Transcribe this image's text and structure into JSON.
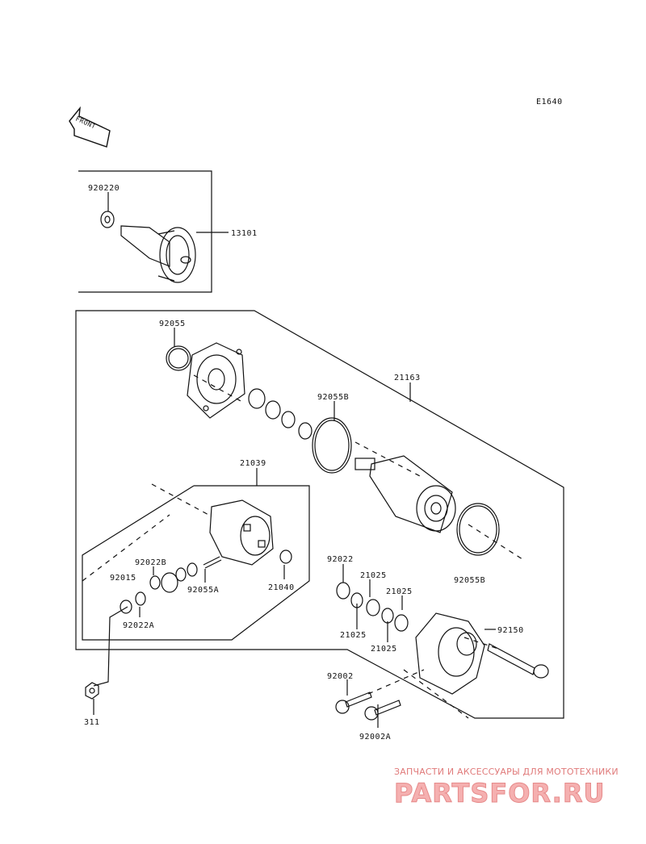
{
  "diagram_code": "E1640",
  "front_label": "FRONT",
  "part_labels": {
    "p920220": "920220",
    "p13101": "13101",
    "p92055": "92055",
    "p21163": "21163",
    "p92055B_top": "92055B",
    "p21039": "21039",
    "p92022B": "92022B",
    "p92015": "92015",
    "p92055A": "92055A",
    "p21040": "21040",
    "p92022A": "92022A",
    "p92022": "92022",
    "p21025_a": "21025",
    "p21025_b": "21025",
    "p21025_c": "21025",
    "p21025_d": "21025",
    "p92055B_bottom": "92055B",
    "p92150": "92150",
    "p92002": "92002",
    "p92002A": "92002A",
    "p311": "311"
  },
  "watermark": {
    "tagline": "ЗАПЧАСТИ И АКСЕССУАРЫ ДЛЯ МОТОТЕХНИКИ",
    "logo": "PARTSFOR.RU"
  }
}
